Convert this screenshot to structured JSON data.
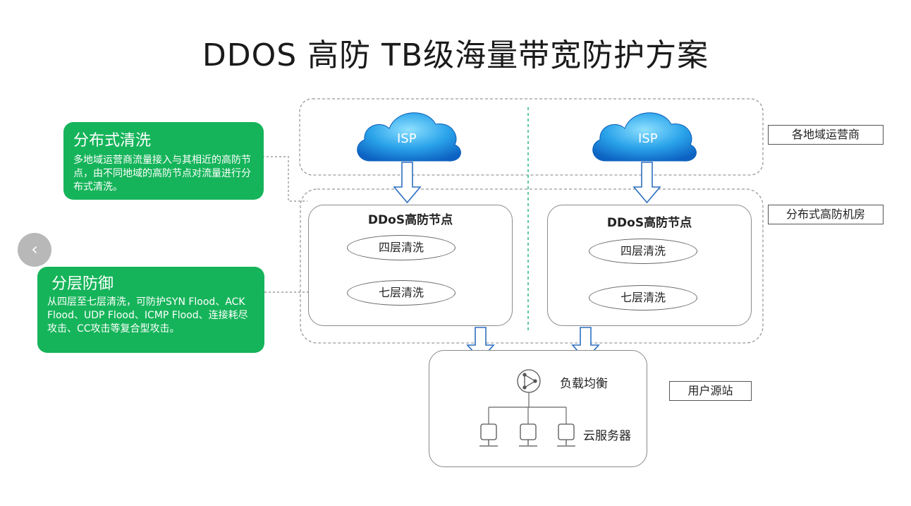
{
  "title": "DDOS 高防 TB级海量带宽防护方案",
  "callouts": {
    "distributed": {
      "title": "分布式清洗",
      "text": "多地域运营商流量接入与其相近的高防节点，由不同地域的高防节点对流量进行分布式清洗。"
    },
    "layered": {
      "title": "分层防御",
      "text": "从四层至七层清洗，可防护SYN Flood、ACK Flood、UDP Flood、ICMP Flood、连接耗尽攻击、CC攻击等复合型攻击。"
    }
  },
  "clouds": [
    "ISP",
    "ISP"
  ],
  "nodes": [
    {
      "title": "DDoS高防节点",
      "layer4": "四层清洗",
      "layer7": "七层清洗"
    },
    {
      "title": "DDoS高防节点",
      "layer4": "四层清洗",
      "layer7": "七层清洗"
    }
  ],
  "labels": {
    "carriers": "各地域运营商",
    "datacenter": "分布式高防机房",
    "origin": "用户源站"
  },
  "origin": {
    "load_balancer": "负载均衡",
    "servers": "云服务器"
  },
  "colors": {
    "green": "#16b45a",
    "arrow_blue": "#2d6fc0",
    "arrow_red": "#e0262b",
    "divider": "#19b46e"
  }
}
